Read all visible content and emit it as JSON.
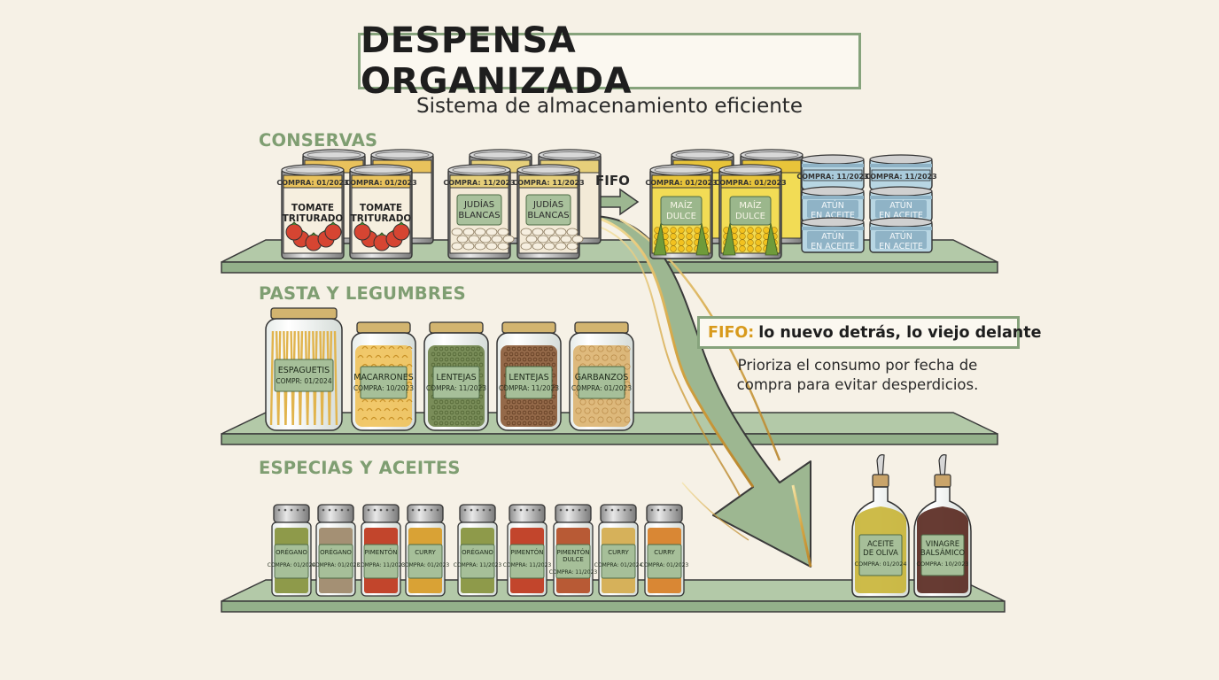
{
  "title": "DESPENSA ORGANIZADA",
  "subtitle": "Sistema de almacenamiento eficiente",
  "sections": {
    "conservas": "CONSERVAS",
    "pasta": "PASTA Y LEGUMBRES",
    "especias": "ESPECIAS Y ACEITES"
  },
  "fifo_arrow_label": "FIFO",
  "fifo_box": {
    "prefix": "FIFO:",
    "text": "lo nuevo detrás, lo viejo delante"
  },
  "fifo_description_lines": [
    "Prioriza el consumo por fecha de",
    "compra para evitar desperdicios."
  ],
  "colors": {
    "accent_green": "#86a37c",
    "shelf": "#93b08a",
    "gold": "#d89a1c",
    "background": "#f6f1e6"
  },
  "cans": [
    {
      "label": "TOMATE\nTRITURADO",
      "date": "COMPRA: 01/2023",
      "type": "tomato"
    },
    {
      "label": "TOMATE\nTRITURADO",
      "date": "COMPRA: 01/2023",
      "type": "tomato"
    },
    {
      "label": "JUDÍAS\nBLANCAS",
      "date": "COMPRA: 11/2023",
      "type": "beans"
    },
    {
      "label": "JUDÍAS\nBLANCAS",
      "date": "COMPRA: 11/2023",
      "type": "beans"
    },
    {
      "label": "MAÍZ\nDULCE",
      "date": "COMPRA: 01/2023",
      "type": "corn"
    },
    {
      "label": "MAÍZ\nDULCE",
      "date": "COMPRA: 01/2023",
      "type": "corn"
    },
    {
      "label": "ATÚN\nEN ACEITE",
      "date": "COMPRA: 11/2023",
      "type": "tuna"
    },
    {
      "label": "ATÚN\nEN ACEITE",
      "date": "COMPRA: 11/2023",
      "type": "tuna"
    }
  ],
  "jars": [
    {
      "label": "ESPAGUETIS",
      "date": "COMPR: 01/2024",
      "type": "spaghetti"
    },
    {
      "label": "MACARRONES",
      "date": "COMPRA: 10/2023",
      "type": "macaroni"
    },
    {
      "label": "LENTEJAS",
      "date": "COMPRA: 11/2023",
      "type": "lentils_green"
    },
    {
      "label": "LENTEJAS",
      "date": "COMPRA: 11/2023",
      "type": "lentils_brown"
    },
    {
      "label": "GARBANZOS",
      "date": "COMPRA: 01/2023",
      "type": "chickpeas"
    }
  ],
  "spices": [
    {
      "label": "ORÉGANO",
      "date": "COMPRA: 01/2024",
      "color": "#8e9a4a"
    },
    {
      "label": "ORÉGANO",
      "date": "COMPRA: 01/2023",
      "color": "#a49074"
    },
    {
      "label": "PIMENTÓN",
      "date": "COMPRA: 11/2023",
      "color": "#c2452c"
    },
    {
      "label": "CURRY",
      "date": "COMPRA: 01/2023",
      "color": "#d9a235"
    },
    {
      "label": "ORÉGANO",
      "date": "COMPRA: 11/2023",
      "color": "#8e9a4a"
    },
    {
      "label": "PIMENTÓN",
      "date": "COMPRA: 11/2023",
      "color": "#c2452c"
    },
    {
      "label": "PIMENTÓN\nDULCE",
      "date": "COMPRA: 11/2023",
      "color": "#b85a35"
    },
    {
      "label": "CURRY",
      "date": "COMPRA: 01/2024",
      "color": "#d6b15a"
    },
    {
      "label": "CURRY",
      "date": "COMPRA: 01/2023",
      "color": "#d98734"
    }
  ],
  "bottles": [
    {
      "label": "ACEITE\nDE OLIVA",
      "date": "COMPRA: 01/2024",
      "liquid": "#c9b53a"
    },
    {
      "label": "VINAGRE\nBALSÁMICO",
      "date": "COMPRA: 10/2023",
      "liquid": "#5a2a22"
    }
  ]
}
